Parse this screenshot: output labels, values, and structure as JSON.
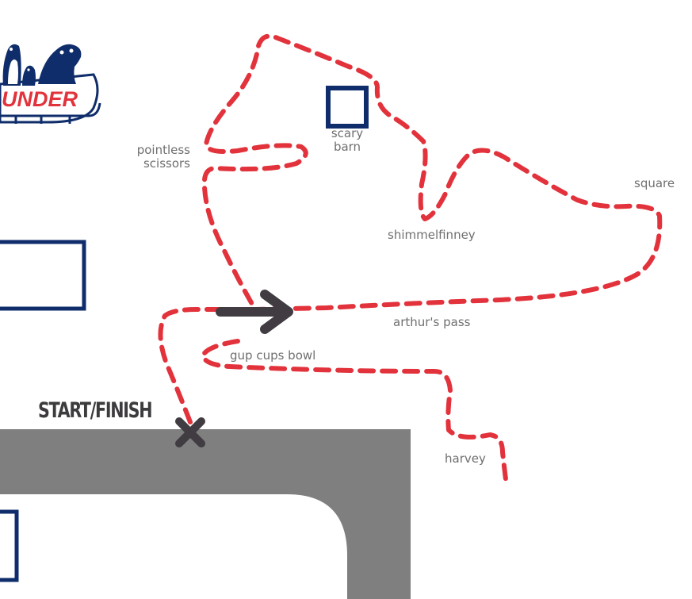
{
  "logo": {
    "text": "UNDER"
  },
  "markers": {
    "start_finish": "START/FINISH"
  },
  "places": {
    "pointless_scissors": [
      "pointless",
      "scissors"
    ],
    "scary_barn": [
      "scary",
      "barn"
    ],
    "shimmelfinney": "shimmelfinney",
    "square": "square",
    "arthurs_pass": "arthur's pass",
    "gup_cups_bowl": "gup cups bowl",
    "harvey": "harvey"
  },
  "colors": {
    "route": "#e2323b",
    "navy": "#0f2d6b",
    "road": "#7f7f7f",
    "arrow": "#403c41",
    "label": "#6f6f72"
  }
}
